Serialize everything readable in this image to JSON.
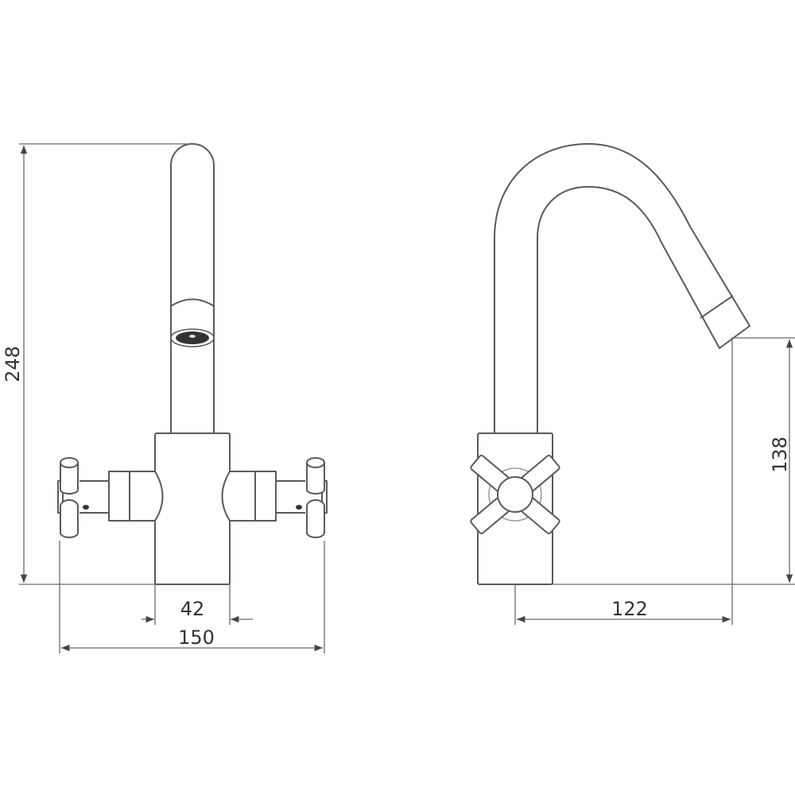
{
  "title": "Mixer tap dimension drawing",
  "dimensions": {
    "height_total": "248",
    "body_width": "42",
    "overall_width": "150",
    "spout_height": "138",
    "spout_reach": "122"
  },
  "colors": {
    "line": "#5a5a5a",
    "text": "#333333"
  }
}
